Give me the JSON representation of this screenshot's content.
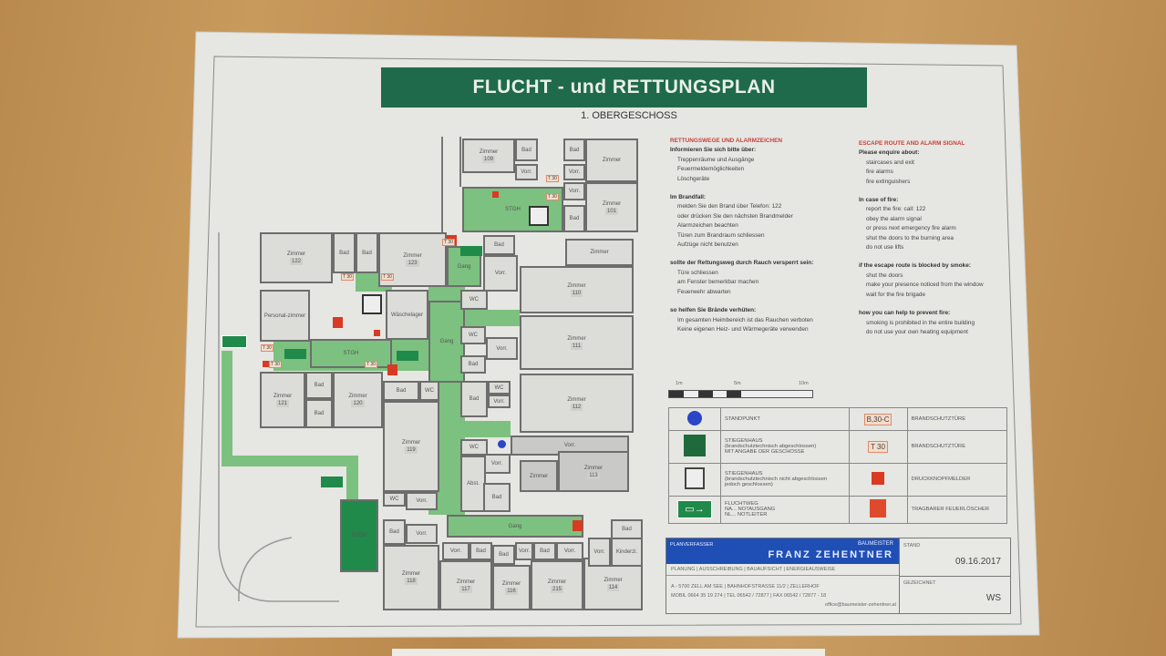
{
  "title": "FLUCHT - und RETTUNGSPLAN",
  "floor": "1. OBERGESCHOSS",
  "colors": {
    "escape_green": "#7cc17f",
    "title_green": "#1f6a4a",
    "stairwell_green": "#1f8a4a",
    "alarm_red": "#d93a22",
    "standpoint_blue": "#2a45c8",
    "planner_blue": "#1f4fb5"
  },
  "rooms": [
    {
      "name": "Zimmer",
      "no": "109"
    },
    {
      "name": "Bad",
      "no": ""
    },
    {
      "name": "Vorr.",
      "no": ""
    },
    {
      "name": "Bad",
      "no": ""
    },
    {
      "name": "Vorr.",
      "no": ""
    },
    {
      "name": "Zimmer",
      "no": ""
    },
    {
      "name": "Vorr.",
      "no": ""
    },
    {
      "name": "Zimmer",
      "no": "101"
    },
    {
      "name": "Bad",
      "no": ""
    },
    {
      "name": "STGH",
      "no": ""
    },
    {
      "name": "Zimmer",
      "no": "122"
    },
    {
      "name": "Bad",
      "no": ""
    },
    {
      "name": "Bad",
      "no": ""
    },
    {
      "name": "Zimmer",
      "no": "123"
    },
    {
      "name": "Gang",
      "no": ""
    },
    {
      "name": "Bad",
      "no": ""
    },
    {
      "name": "Vorr.",
      "no": ""
    },
    {
      "name": "Zimmer",
      "no": ""
    },
    {
      "name": "Zimmer",
      "no": "110"
    },
    {
      "name": "Personal-zimmer",
      "no": ""
    },
    {
      "name": "Wäschelager",
      "no": ""
    },
    {
      "name": "STGH",
      "no": ""
    },
    {
      "name": "Gang",
      "no": ""
    },
    {
      "name": "WC",
      "no": ""
    },
    {
      "name": "WC",
      "no": ""
    },
    {
      "name": "Vorr.",
      "no": ""
    },
    {
      "name": "Bad",
      "no": ""
    },
    {
      "name": "Zimmer",
      "no": "111"
    },
    {
      "name": "Zimmer",
      "no": "121"
    },
    {
      "name": "Bad",
      "no": ""
    },
    {
      "name": "Bad",
      "no": ""
    },
    {
      "name": "Zimmer",
      "no": "120"
    },
    {
      "name": "Bad",
      "no": ""
    },
    {
      "name": "WC",
      "no": ""
    },
    {
      "name": "Zimmer",
      "no": "119"
    },
    {
      "name": "Bad",
      "no": ""
    },
    {
      "name": "WC",
      "no": ""
    },
    {
      "name": "Vorr.",
      "no": ""
    },
    {
      "name": "Zimmer",
      "no": "112"
    },
    {
      "name": "WC",
      "no": ""
    },
    {
      "name": "Vorr.",
      "no": ""
    },
    {
      "name": "Abst.",
      "no": ""
    },
    {
      "name": "Bad",
      "no": ""
    },
    {
      "name": "Zimmer",
      "no": ""
    },
    {
      "name": "Vorr.",
      "no": ""
    },
    {
      "name": "Zimmer",
      "no": "113"
    },
    {
      "name": "WC",
      "no": ""
    },
    {
      "name": "Vorr.",
      "no": ""
    },
    {
      "name": "Gang",
      "no": ""
    },
    {
      "name": "Bad",
      "no": ""
    },
    {
      "name": "Vorr.",
      "no": ""
    },
    {
      "name": "Zimmer",
      "no": "118"
    },
    {
      "name": "Zimmer",
      "no": "117"
    },
    {
      "name": "Zimmer",
      "no": "116"
    },
    {
      "name": "Zimmer",
      "no": "215"
    },
    {
      "name": "Zimmer",
      "no": "114"
    },
    {
      "name": "Vorr.",
      "no": ""
    },
    {
      "name": "Bad",
      "no": ""
    },
    {
      "name": "Bad",
      "no": ""
    },
    {
      "name": "Vorr.",
      "no": ""
    },
    {
      "name": "Bad",
      "no": ""
    },
    {
      "name": "Vorr.",
      "no": ""
    },
    {
      "name": "Vorr.",
      "no": ""
    },
    {
      "name": "Kinderzi.",
      "no": ""
    },
    {
      "name": "Bad",
      "no": ""
    },
    {
      "name": "STGH",
      "no": ""
    }
  ],
  "door_tags": [
    "T 30",
    "T 30",
    "T 30",
    "T 30",
    "T 30",
    "T 30",
    "T 30",
    "T 30"
  ],
  "instructions_de": {
    "heading": "RETTUNGSWEGE UND ALARMZEICHEN",
    "sections": [
      {
        "title": "Informieren Sie sich bitte über:",
        "lines": [
          "Treppenräume und Ausgänge",
          "Feuermeldemöglichkeiten",
          "Löschgeräte"
        ]
      },
      {
        "title": "Im Brandfall:",
        "lines": [
          "melden Sie den Brand über Telefon: 122",
          "oder drücken Sie den nächsten Brandmelder",
          "Alarmzeichen beachten",
          "Türen zum Brandraum schliessen",
          "Aufzüge nicht benutzen"
        ]
      },
      {
        "title": "sollte der Rettungsweg durch Rauch versperrt sein:",
        "lines": [
          "Türe schliessen",
          "am Fenster bemerkbar machen",
          "Feuerwehr abwarten"
        ]
      },
      {
        "title": "so helfen Sie Brände verhüten:",
        "lines": [
          "Im gesamten Heimbereich ist das Rauchen verboten",
          "Keine eigenen Heiz- und Wärmegeräte verwenden"
        ]
      }
    ]
  },
  "instructions_en": {
    "heading": "ESCAPE ROUTE AND ALARM SIGNAL",
    "sections": [
      {
        "title": "Please enquire about:",
        "lines": [
          "staircases and exit",
          "fire alarms",
          "fire extinguishers"
        ]
      },
      {
        "title": "In case of fire:",
        "lines": [
          "report the fire: call: 122",
          "obey the alarm signal",
          "or press next emergency fire alarm",
          "shut the doors to the burning area",
          "do not use lifts"
        ]
      },
      {
        "title": "if the escape route is blocked by smoke:",
        "lines": [
          "shut the doors",
          "make your presence noticed from the window",
          "wait for the fire brigade"
        ]
      },
      {
        "title": "how you can help to prevent fire:",
        "lines": [
          "smoking is prohibited in the entire building",
          "do not use your own heating equipment"
        ]
      }
    ]
  },
  "scale": {
    "labels": [
      "1m",
      "5m",
      "10m"
    ]
  },
  "legend": [
    {
      "icon": "standpoint-dot",
      "text": [
        "STANDPUNKT"
      ],
      "icon2": "B,30-C",
      "text2": "BRANDSCHUTZTÜRE"
    },
    {
      "icon": "stairwell-green-square",
      "text": [
        "STIEGENHAUS",
        "(brandschutztechnisch abgeschlossen)",
        "MIT ANGABE DER GESCHOSSE"
      ],
      "icon2": "T 30",
      "text2": "BRANDSCHUTZTÜRE"
    },
    {
      "icon": "stairs-icon",
      "text": [
        "STIEGENHAUS",
        "(brandschutztechnisch nicht abgeschlossen",
        "jedoch geschlossen)"
      ],
      "icon2": "push-button-alarm",
      "text2": "DRUCKKNOPFMELDER"
    },
    {
      "icon": "exit-sign",
      "text": [
        "FLUCHTWEG",
        "NA... NOTAUSGANG",
        "NL... NOTLEITER"
      ],
      "icon2": "fire-extinguisher",
      "text2": "TRAGBARER FEUERLÖSCHER"
    }
  ],
  "titleblock": {
    "planner_label": "PLANVERFASSER",
    "role": "BAUMEISTER",
    "name": "FRANZ ZEHENTNER",
    "services": "PLANUNG | AUSSCHREIBUNG | BAUAUFSICHT | ENERGIEAUSWEISE",
    "address": "A - 5700 ZELL AM SEE   |   BAHNHOFSTRASSE  11/2   |   ZELLERHOF",
    "phone": "MOBIL 0664 35 19 274   |   TEL 06542 / 72877   |   FAX 06542 / 72877 - 18",
    "email": "office@baumeister-zehentner.at",
    "stand_label": "STAND",
    "stand_value": "09.16.2017",
    "drawn_label": "GEZEICHNET",
    "drawn_value": "WS"
  }
}
